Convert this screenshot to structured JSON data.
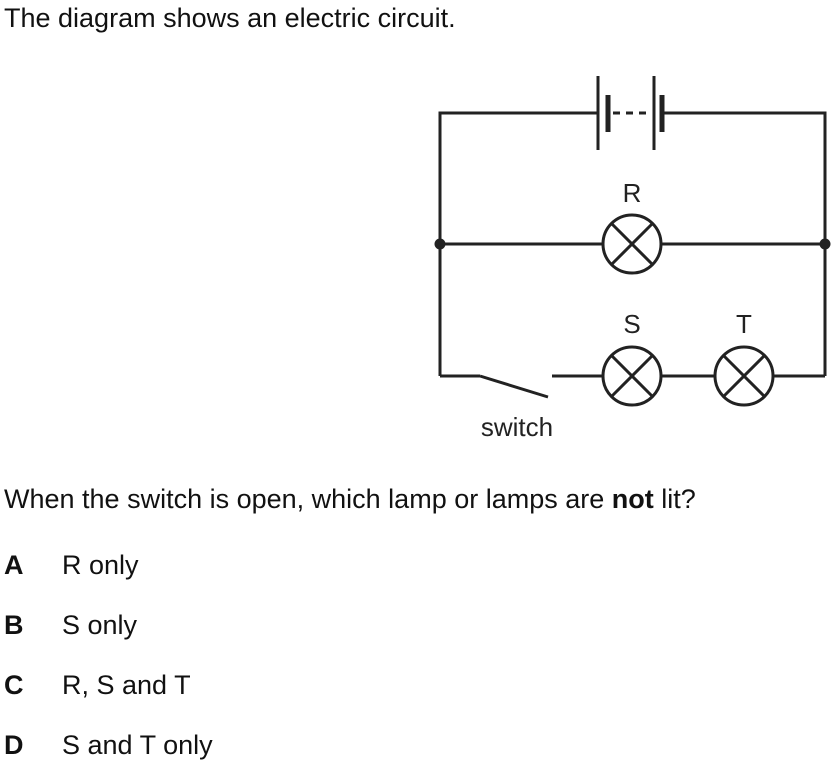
{
  "intro": "The diagram shows an electric circuit.",
  "diagram": {
    "lamp_labels": [
      "R",
      "S",
      "T"
    ],
    "switch_label": "switch",
    "icons": [
      "battery-icon",
      "lamp-icon",
      "switch-icon",
      "junction-dot-icon"
    ]
  },
  "question": {
    "before": "When the switch is open, which lamp or lamps are ",
    "emphasis": "not",
    "after": " lit?"
  },
  "options": [
    {
      "letter": "A",
      "text": "R only"
    },
    {
      "letter": "B",
      "text": "S only"
    },
    {
      "letter": "C",
      "text": "R, S and T"
    },
    {
      "letter": "D",
      "text": "S and T only"
    }
  ]
}
